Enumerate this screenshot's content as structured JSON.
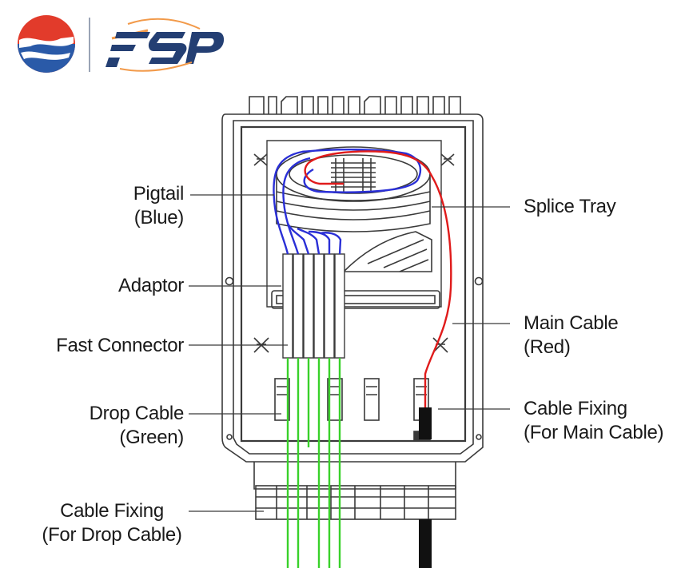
{
  "logo": {
    "wordmark": "FSP",
    "colors": {
      "red": "#e23b2b",
      "blue": "#2a5aa8",
      "orange": "#f29a4a",
      "navy": "#243f73"
    }
  },
  "labels": {
    "pigtail": {
      "line1": "Pigtail",
      "line2": "(Blue)"
    },
    "adaptor": "Adaptor",
    "fast_connector": "Fast Connector",
    "drop_cable": {
      "line1": "Drop Cable",
      "line2": "(Green)"
    },
    "cable_fixing_drop": {
      "line1": "Cable Fixing",
      "line2": "(For Drop Cable)"
    },
    "splice_tray": "Splice Tray",
    "main_cable": {
      "line1": "Main Cable",
      "line2": "(Red)"
    },
    "cable_fixing_main": {
      "line1": "Cable Fixing",
      "line2": "(For Main Cable)"
    }
  },
  "fiber_colors": {
    "pigtail": "#2a2fd6",
    "main_cable": "#e01b1b",
    "drop_cable": "#39d12a",
    "outline": "#3a3a3a"
  }
}
